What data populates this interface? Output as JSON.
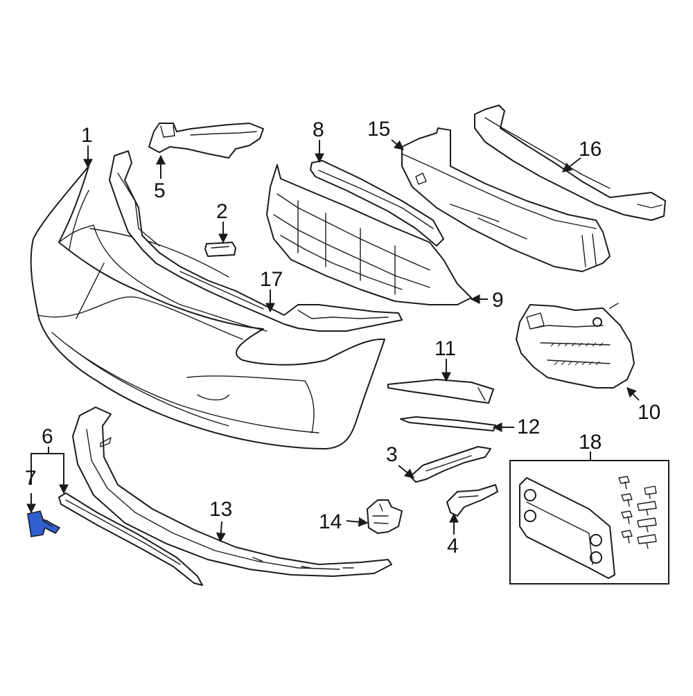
{
  "callouts": {
    "c1": "1",
    "c2": "2",
    "c3": "3",
    "c4": "4",
    "c5": "5",
    "c6": "6",
    "c7": "7",
    "c8": "8",
    "c9": "9",
    "c10": "10",
    "c11": "11",
    "c12": "12",
    "c13": "13",
    "c14": "14",
    "c15": "15",
    "c16": "16",
    "c17": "17",
    "c18": "18"
  },
  "colors": {
    "highlight_part": "#2f5fd0",
    "line": "#1a1a1a"
  }
}
